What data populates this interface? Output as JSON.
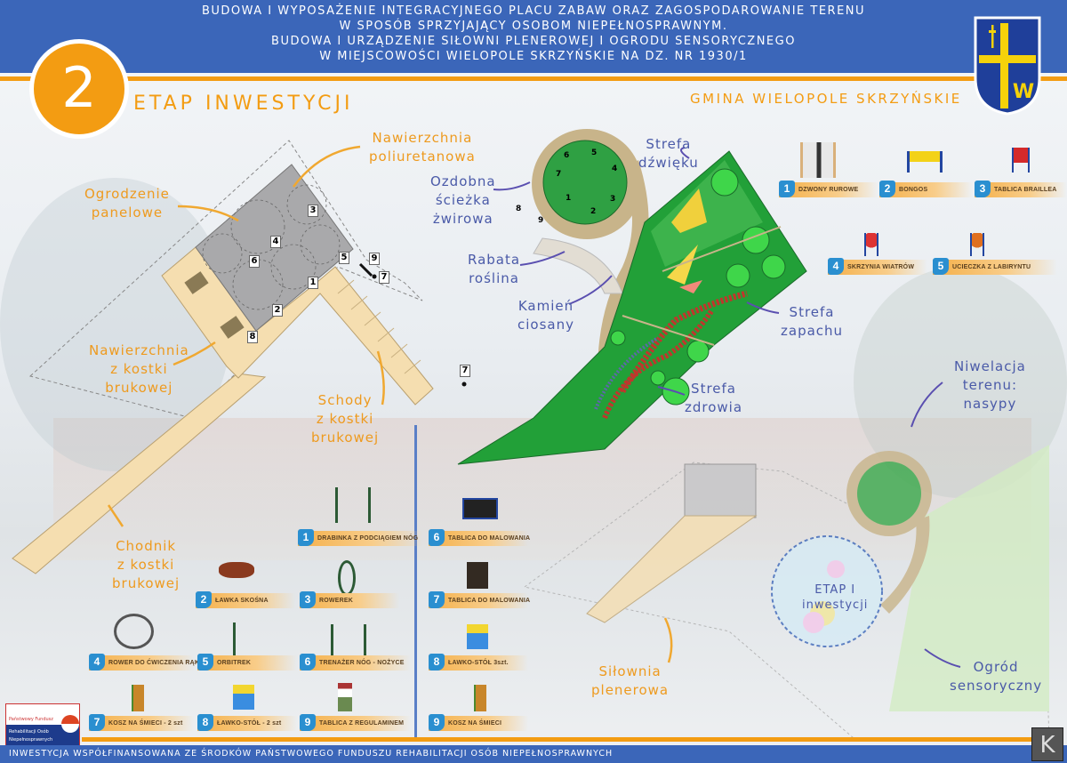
{
  "header": {
    "lines": [
      "BUDOWA I WYPOSAŻENIE INTEGRACYJNEGO PLACU ZABAW ORAZ ZAGOSPODAROWANIE TERENU",
      "W SPOSÓB SPRZYJAJĄCY OSOBOM NIEPEŁNOSPRAWNYM.",
      "BUDOWA I URZĄDZENIE SIŁOWNI PLENEROWEJ I OGRODU SENSORYCZNEGO",
      "W MIEJSCOWOŚCI WIELOPOLE SKRZYŃSKIE NA DZ. NR 1930/1"
    ]
  },
  "stage": {
    "number": "2",
    "title": "ETAP INWESTYCJI"
  },
  "gmina": "GMINA WIELOPOLE SKRZYŃSKIE",
  "crest": {
    "letter": "W"
  },
  "annotations": {
    "nawierzchnia_pu": [
      "Nawierzchnia",
      "poliuretanowa"
    ],
    "ogrodzenie": [
      "Ogrodzenie",
      "panelowe"
    ],
    "nawierzchnia_kostka": [
      "Nawierzchnia",
      "z kostki",
      "brukowej"
    ],
    "schody": [
      "Schody",
      "z kostki",
      "brukowej"
    ],
    "chodnik": [
      "Chodnik",
      "z kostki",
      "brukowej"
    ],
    "sciezka": [
      "Ozdobna",
      "ścieżka",
      "żwirowa"
    ],
    "rabata": [
      "Rabata",
      "roślina"
    ],
    "kamien": [
      "Kamień",
      "ciosany"
    ],
    "dzwieku": [
      "Strefa",
      "dźwięku"
    ],
    "zapachu": [
      "Strefa",
      "zapachu"
    ],
    "zdrowia": [
      "Strefa",
      "zdrowia"
    ],
    "niwelacja": [
      "Niwelacja",
      "terenu:",
      "nasypy"
    ],
    "silownia": [
      "Siłownia",
      "plenerowa"
    ],
    "ogrod": [
      "Ogród",
      "sensoryczny"
    ],
    "etap1": [
      "ETAP I",
      "inwestycji"
    ]
  },
  "playground_markers": [
    "1",
    "2",
    "3",
    "4",
    "5",
    "6",
    "7",
    "7",
    "8",
    "9"
  ],
  "sensory_markers": [
    "1",
    "2",
    "3",
    "4",
    "5",
    "6",
    "7",
    "8",
    "9"
  ],
  "sensory_items": [
    {
      "num": "1",
      "label": "DZWONY RUROWE"
    },
    {
      "num": "2",
      "label": "BONGOS"
    },
    {
      "num": "3",
      "label": "TABLICA BRAILLEA"
    },
    {
      "num": "4",
      "label": "SKRZYNIA WIATRÓW"
    },
    {
      "num": "5",
      "label": "UCIECZKA Z LABIRYNTU"
    }
  ],
  "gym_items": [
    {
      "num": "1",
      "label": "DRABINKA Z PODCIĄGIEM NÓG"
    },
    {
      "num": "2",
      "label": "ŁAWKA SKOŚNA"
    },
    {
      "num": "3",
      "label": "ROWEREK"
    },
    {
      "num": "4",
      "label": "ROWER DO ĆWICZENIA RĄK"
    },
    {
      "num": "5",
      "label": "ORBITREK"
    },
    {
      "num": "6",
      "label": "TRENAŻER NÓG - NOŻYCE"
    },
    {
      "num": "7",
      "label": "KOSZ NA ŚMIECI - 2 szt"
    },
    {
      "num": "8",
      "label": "ŁAWKO-STÓŁ - 2 szt"
    },
    {
      "num": "9",
      "label": "TABLICA Z REGULAMINEM"
    }
  ],
  "garden_items": [
    {
      "num": "6",
      "label": "TABLICA DO MALOWANIA"
    },
    {
      "num": "7",
      "label": "TABLICA DO MALOWANIA"
    },
    {
      "num": "8",
      "label": "ŁAWKO-STÓŁ 3szt."
    },
    {
      "num": "9",
      "label": "KOSZ NA ŚMIECI"
    }
  ],
  "pfron": {
    "line1": "Państwowy Fundusz",
    "line2": "Rehabilitacji Osób",
    "line3": "Niepełnosprawnych"
  },
  "footer": "INWESTYCJA WSPÓŁFINANSOWANA ZE ŚRODKÓW PAŃSTWOWEGO FUNDUSZU REHABILITACJI OSÓB NIEPEŁNOSPRAWNYCH",
  "colors": {
    "blue": "#3b66b9",
    "orange": "#f39c12",
    "green": "#22a038",
    "annot_blue": "#4a5aa8"
  }
}
